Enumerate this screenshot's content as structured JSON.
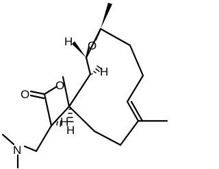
{
  "molecule": {
    "atom_labels": {
      "epoxide_oxygen": "O",
      "lactone_ring_oxygen": "O",
      "carbonyl_oxygen": "O",
      "nitrogen": "N",
      "h_top": "H",
      "h_epoxide": "H",
      "h_lower": "H",
      "h_alpha": "H"
    },
    "bond_color": "#000000",
    "background": "#ffffff"
  }
}
